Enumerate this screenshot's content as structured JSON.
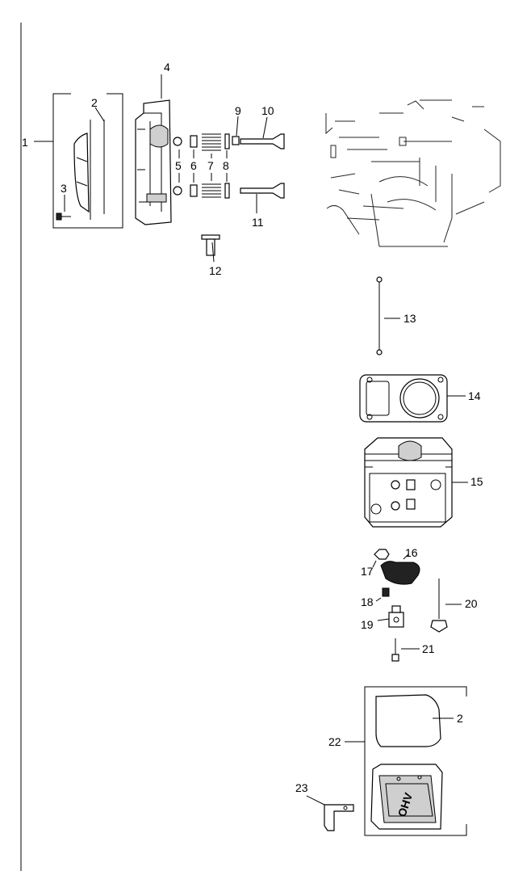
{
  "labels": {
    "p1": "1",
    "p2a": "2",
    "p3": "3",
    "p4": "4",
    "p5": "5",
    "p6": "6",
    "p7": "7",
    "p8": "8",
    "p9": "9",
    "p10": "10",
    "p11": "11",
    "p12": "12",
    "p13": "13",
    "p14": "14",
    "p15": "15",
    "p16": "16",
    "p17": "17",
    "p18": "18",
    "p19": "19",
    "p20": "20",
    "p21": "21",
    "p22": "22",
    "p2b": "2",
    "p23": "23"
  },
  "cover_logo_text": "OHV"
}
